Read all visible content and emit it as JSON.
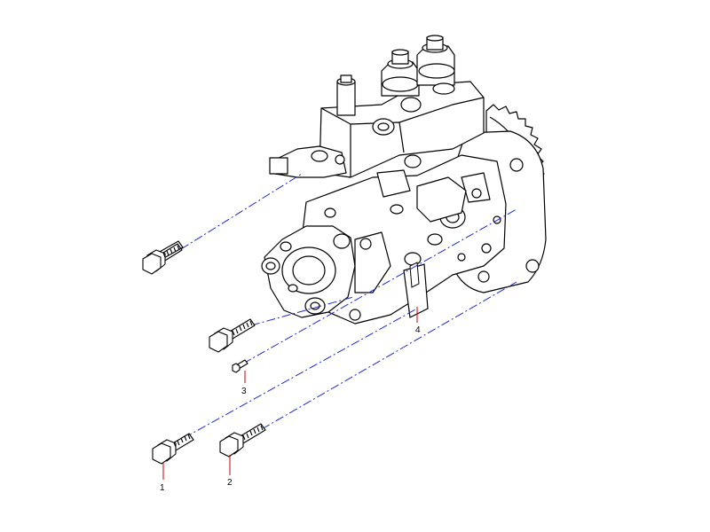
{
  "diagram": {
    "parts": [
      {
        "id": "bolt-1",
        "number": "1",
        "name": "bolt"
      },
      {
        "id": "bolt-2",
        "number": "2",
        "name": "bolt"
      },
      {
        "id": "screw-3",
        "number": "3",
        "name": "screw"
      },
      {
        "id": "bracket-4",
        "number": "4",
        "name": "bracket"
      }
    ],
    "colors": {
      "linework": "#000000",
      "leader_line": "#cc0000",
      "center_line": "#1a2bd6",
      "background": "#ffffff"
    }
  }
}
